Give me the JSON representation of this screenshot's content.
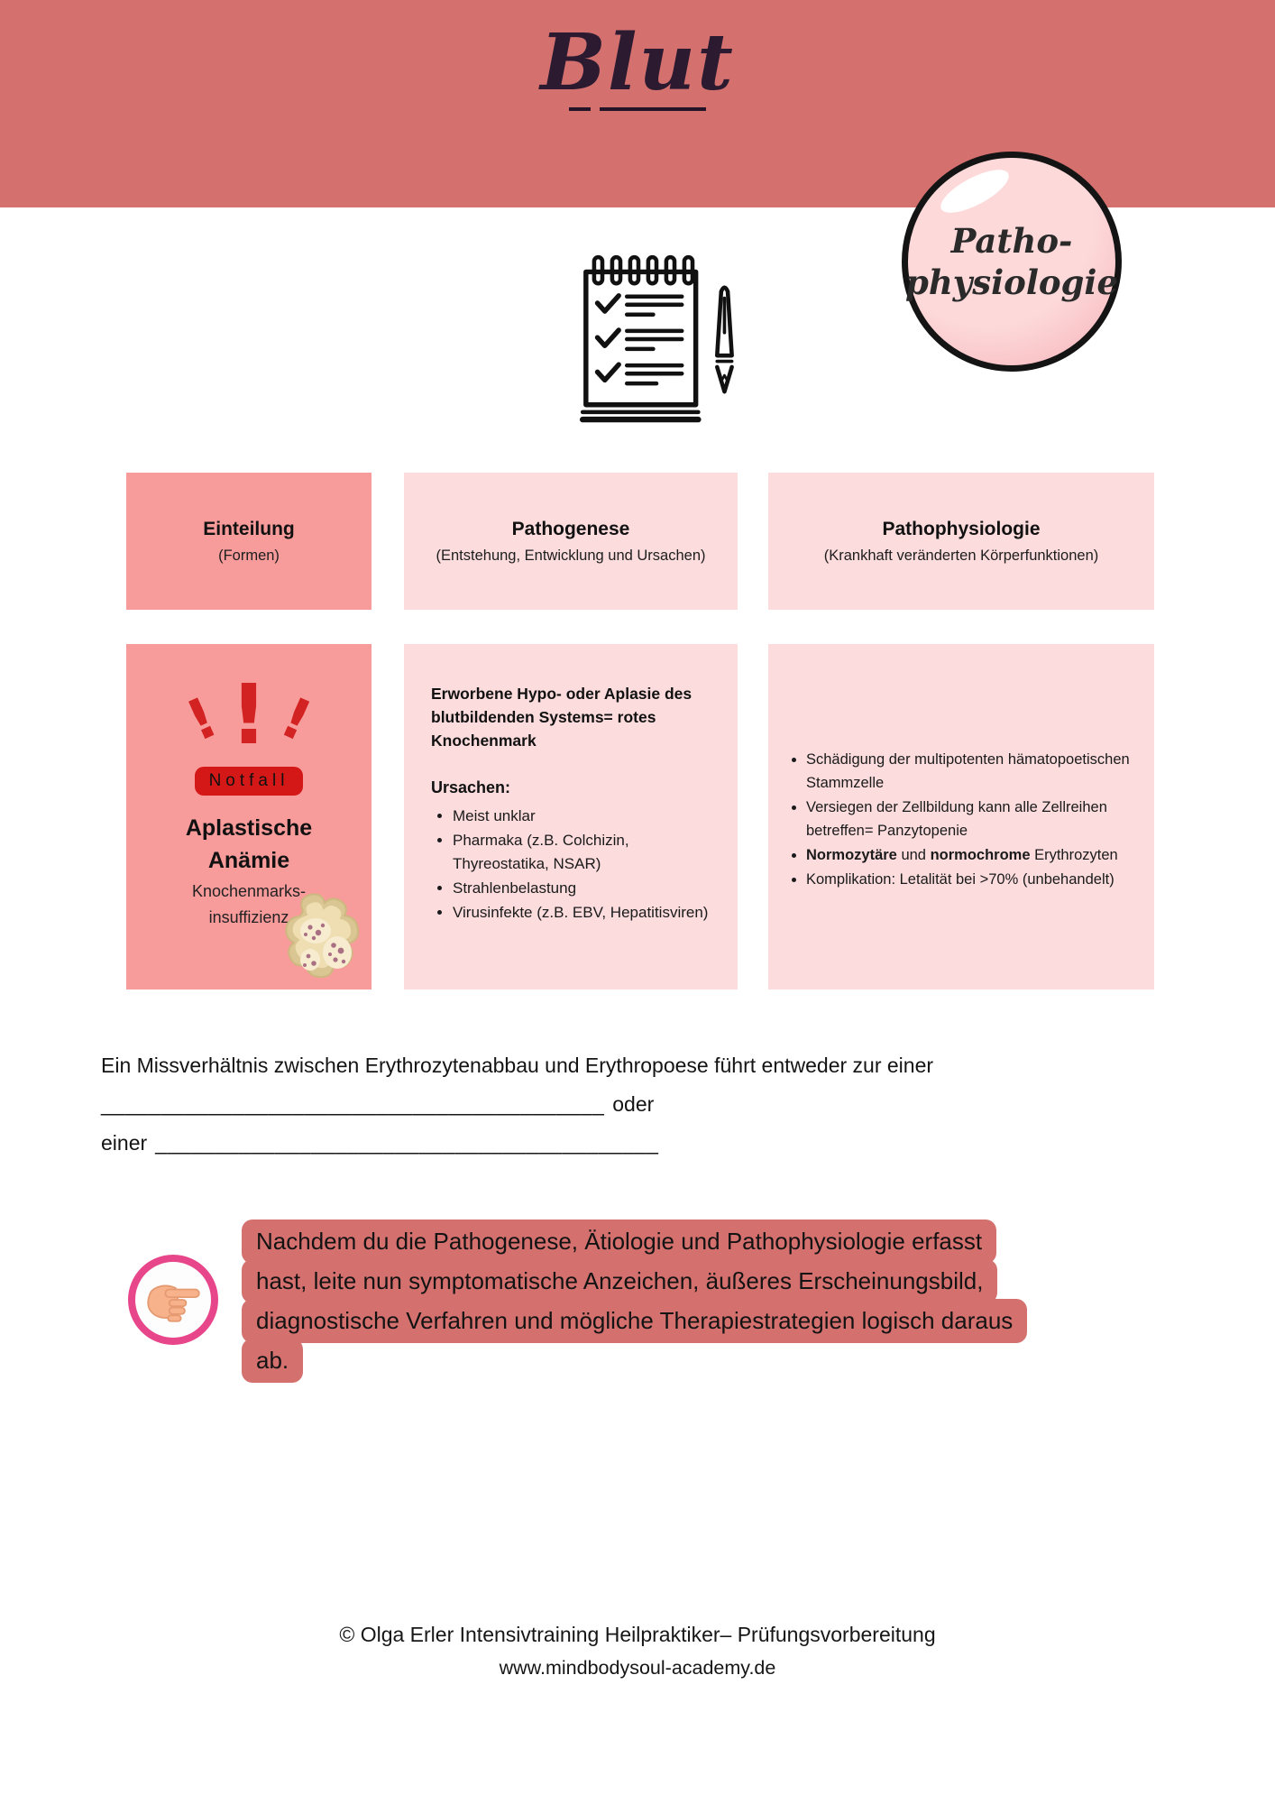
{
  "title": "Blut",
  "badge": {
    "line1": "Patho-",
    "line2": "physiologie"
  },
  "intro_boxes": [
    {
      "title": "Einteilung",
      "subtitle": "(Formen)"
    },
    {
      "title": "Pathogenese",
      "subtitle": "(Entstehung, Entwicklung und Ursachen)"
    },
    {
      "title": "Pathophysiologie",
      "subtitle": "(Krankhaft veränderten Körperfunktionen)"
    }
  ],
  "emergency": {
    "badge": "Notfall",
    "title1": "Aplastische",
    "title2": "Anämie",
    "sub1": "Knochenmarks-",
    "sub2": "insuffizienz"
  },
  "pathogenese": {
    "heading": "Erworbene Hypo- oder Aplasie des blutbildenden Systems= rotes Knochenmark",
    "causes_label": "Ursachen:",
    "items": [
      "Meist unklar",
      "Pharmaka (z.B. Colchizin, Thyreostatika, NSAR)",
      "Strahlenbelastung",
      "Virusinfekte (z.B. EBV, Hepatitisviren)"
    ]
  },
  "pathophysio": {
    "items": [
      "Schädigung der multipotenten hämatopoetischen Stammzelle",
      "Versiegen der Zellbildung kann alle Zellreihen betreffen= Panzytopenie",
      {
        "bold1": "Normozytäre",
        "mid": " und ",
        "bold2": "normochrome",
        "rest": " Erythrozyten"
      },
      "Komplikation: Letalität bei >70% (unbehandelt)"
    ]
  },
  "fillin": {
    "line1": "Ein Missverhältnis zwischen Erythrozytenabbau und Erythropoese führt entweder zur einer",
    "blank1": "__________________________________________",
    "connector": "oder einer",
    "blank2": "__________________________________________"
  },
  "tip": {
    "lines": [
      "Nachdem du die Pathogenese, Ätiologie und Pathophysiologie erfasst",
      "hast, leite nun symptomatische Anzeichen, äußeres Erscheinungsbild,",
      "diagnostische Verfahren und mögliche Therapiestrategien logisch daraus",
      "ab."
    ]
  },
  "footer": {
    "line1": "© Olga Erler Intensivtraining Heilpraktiker– Prüfungsvorbereitung",
    "line2": "www.mindbodysoul-academy.de"
  },
  "colors": {
    "header_band": "#d4716f",
    "salmon_box": "#f89b9b",
    "light_pink_box": "#fcdcdd",
    "alert_red": "#d32222",
    "notfall_badge_red": "#d41717",
    "tip_highlight": "#d4716f",
    "hand_ring_pink": "#e8468b",
    "badge_fill_pink": "#fcd2d4"
  }
}
